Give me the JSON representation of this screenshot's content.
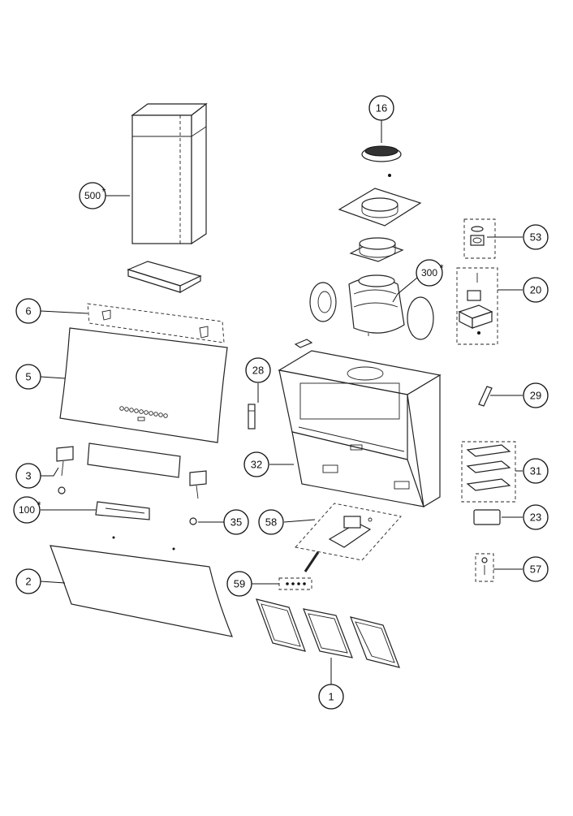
{
  "diagram": {
    "callouts": [
      {
        "id": "c-16",
        "label": "16",
        "starred": false
      },
      {
        "id": "c-500",
        "label": "500",
        "starred": true
      },
      {
        "id": "c-53",
        "label": "53",
        "starred": false
      },
      {
        "id": "c-300",
        "label": "300",
        "starred": true
      },
      {
        "id": "c-20",
        "label": "20",
        "starred": false
      },
      {
        "id": "c-6",
        "label": "6",
        "starred": false
      },
      {
        "id": "c-5",
        "label": "5",
        "starred": false
      },
      {
        "id": "c-28",
        "label": "28",
        "starred": false
      },
      {
        "id": "c-29",
        "label": "29",
        "starred": false
      },
      {
        "id": "c-32",
        "label": "32",
        "starred": false
      },
      {
        "id": "c-31",
        "label": "31",
        "starred": false
      },
      {
        "id": "c-3",
        "label": "3",
        "starred": false
      },
      {
        "id": "c-100",
        "label": "100",
        "starred": true
      },
      {
        "id": "c-35",
        "label": "35",
        "starred": false
      },
      {
        "id": "c-58",
        "label": "58",
        "starred": false
      },
      {
        "id": "c-23",
        "label": "23",
        "starred": false
      },
      {
        "id": "c-57",
        "label": "57",
        "starred": false
      },
      {
        "id": "c-2",
        "label": "2",
        "starred": false
      },
      {
        "id": "c-59",
        "label": "59",
        "starred": false
      },
      {
        "id": "c-1",
        "label": "1",
        "starred": false
      }
    ],
    "star_symbol": "*"
  }
}
